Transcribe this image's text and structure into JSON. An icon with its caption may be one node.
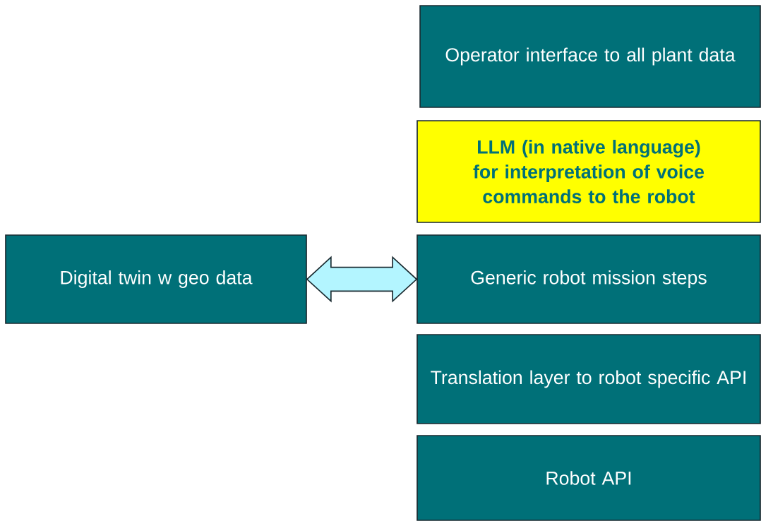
{
  "diagram": {
    "nodes": [
      {
        "text": [
          "Operator interface to all plant data"
        ]
      },
      {
        "text": [
          "LLM (in native language) for interpretation of voice commands to the robot"
        ]
      },
      {
        "text": [
          "Generic robot mission steps"
        ]
      },
      {
        "text": [
          "Translation layer to robot specific API"
        ]
      },
      {
        "text": [
          "Robot API"
        ]
      },
      {
        "text": [
          "Digital twin w geo data"
        ]
      }
    ],
    "edges": [
      {
        "from": 5,
        "to": 2,
        "arrow": "both"
      }
    ]
  }
}
